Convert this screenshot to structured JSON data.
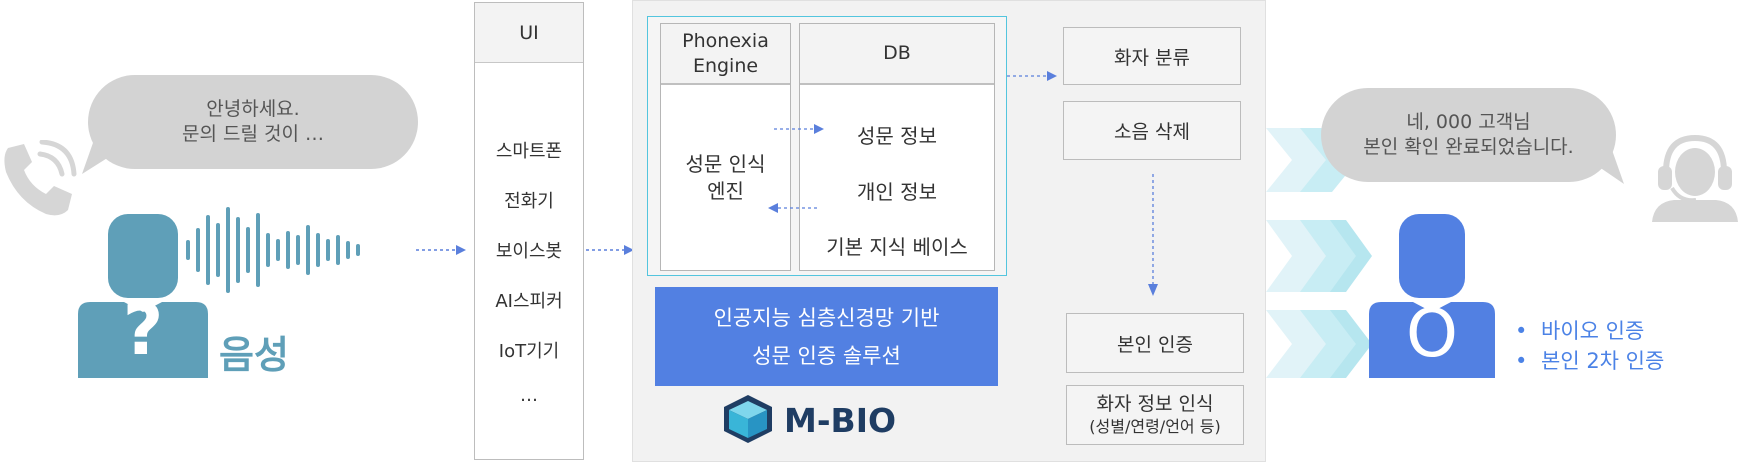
{
  "customer": {
    "bubble_line1": "안녕하세요.",
    "bubble_line2": "문의 드릴 것이 …",
    "question_mark": "?",
    "voice_label": "음성"
  },
  "ui_column": {
    "header": "UI",
    "items": [
      "스마트폰",
      "전화기",
      "보이스봇",
      "AI스피커",
      "IoT기기",
      "…"
    ]
  },
  "engine": {
    "phonexia_line1": "Phonexia",
    "phonexia_line2": "Engine",
    "recognition_line1": "성문 인식",
    "recognition_line2": "엔진",
    "db_header": "DB",
    "db_items": [
      "성문 정보",
      "개인 정보",
      "기본 지식 베이스"
    ]
  },
  "solution": {
    "line1": "인공지능 심층신경망 기반",
    "line2": "성문 인증 솔루션"
  },
  "brand": {
    "name": "M-BIO"
  },
  "side_boxes": {
    "speaker_classification": "화자 분류",
    "noise_removal": "소음 삭제",
    "identity_auth": "본인 인증",
    "speaker_info_line1": "화자 정보 인식",
    "speaker_info_line2": "(성별/연령/언어 등)"
  },
  "agent": {
    "bubble_line1": "네, 000 고객님",
    "bubble_line2": "본인 확인 완료되었습니다.",
    "avatar_letter": "O",
    "bullets": [
      "바이오 인증",
      "본인 2차 인증"
    ],
    "bullet_symbol": "•"
  },
  "colors": {
    "customer_teal": "#5f9fb8",
    "agent_blue": "#5280e2",
    "cyan_frame": "#53c5de",
    "chevron_light": "#dff3f8",
    "chevron_mid": "#c6ecf3",
    "arrow_blue": "#5a7fdc",
    "brand_dark": "#1f3d63",
    "brand_cube": "#39b5d8",
    "icon_gray": "#d2d2d2"
  }
}
